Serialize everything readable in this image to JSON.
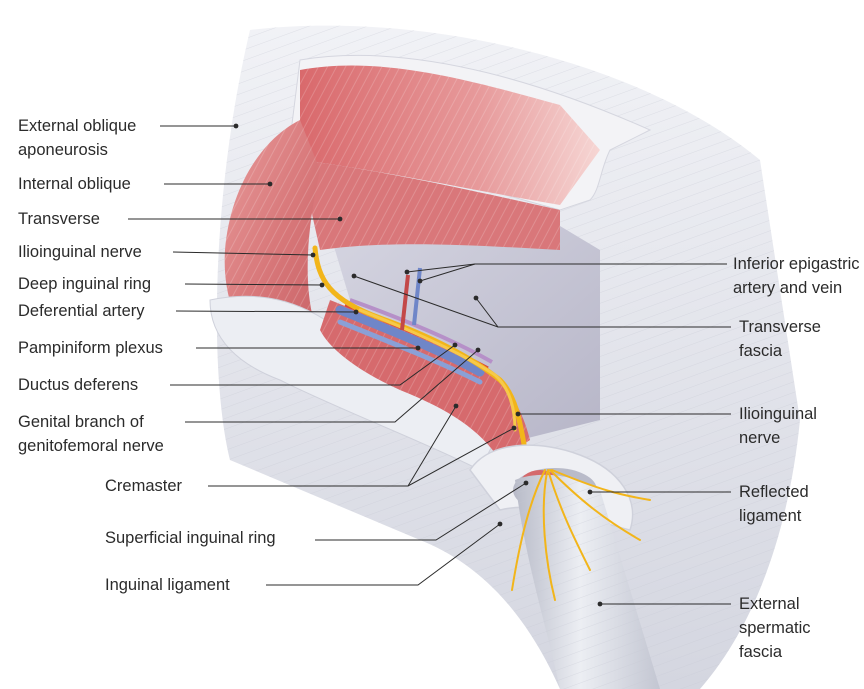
{
  "colors": {
    "muscle": "#d9777a",
    "muscle_light": "#ec9fa0",
    "fascia": "#e7e8ee",
    "fascia_shadow": "#c9cbd6",
    "nerve": "#f2b51a",
    "artery": "#d9493b",
    "vein": "#6f86c8",
    "leader": "#2b2b2b"
  },
  "labels_left": [
    {
      "id": "external-oblique-aponeurosis",
      "lines": [
        "External oblique",
        "aponeurosis"
      ]
    },
    {
      "id": "internal-oblique",
      "lines": [
        "Internal oblique"
      ]
    },
    {
      "id": "transverse",
      "lines": [
        "Transverse"
      ]
    },
    {
      "id": "ilioinguinal-nerve-left",
      "lines": [
        "Ilioinguinal nerve"
      ]
    },
    {
      "id": "deep-inguinal-ring",
      "lines": [
        "Deep inguinal ring"
      ]
    },
    {
      "id": "deferential-artery",
      "lines": [
        "Deferential artery"
      ]
    },
    {
      "id": "pampiniform-plexus",
      "lines": [
        "Pampiniform plexus"
      ]
    },
    {
      "id": "ductus-deferens",
      "lines": [
        "Ductus deferens"
      ]
    },
    {
      "id": "genital-branch",
      "lines": [
        "Genital branch of",
        "genitofemoral nerve"
      ]
    },
    {
      "id": "cremaster",
      "lines": [
        "Cremaster"
      ]
    },
    {
      "id": "superficial-inguinal-ring",
      "lines": [
        "Superficial inguinal ring"
      ]
    },
    {
      "id": "inguinal-ligament",
      "lines": [
        "Inguinal ligament"
      ]
    }
  ],
  "labels_right": [
    {
      "id": "inferior-epigastric",
      "lines": [
        "Inferior epigastric",
        "artery and vein"
      ]
    },
    {
      "id": "transverse-fascia",
      "lines": [
        "Transverse",
        "fascia"
      ]
    },
    {
      "id": "ilioinguinal-nerve-right",
      "lines": [
        "Ilioinguinal",
        "nerve"
      ]
    },
    {
      "id": "reflected-ligament",
      "lines": [
        "Reflected",
        "ligament"
      ]
    },
    {
      "id": "external-spermatic-fascia",
      "lines": [
        "External",
        "spermatic",
        "fascia"
      ]
    }
  ]
}
